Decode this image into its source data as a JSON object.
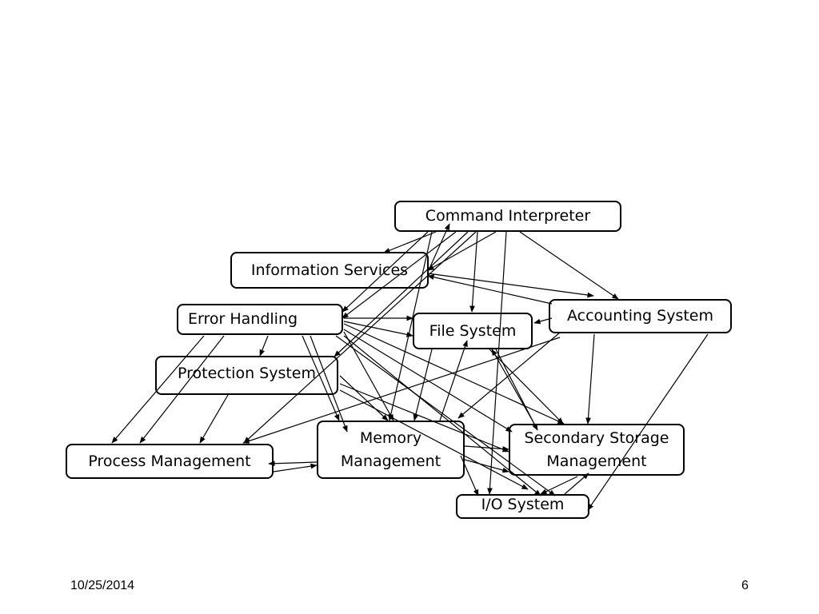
{
  "nodes": {
    "command_interpreter": "Command Interpreter",
    "information_services": "Information Services",
    "error_handling": "Error Handling",
    "accounting_system": "Accounting System",
    "file_system": "File System",
    "protection_system": "Protection System",
    "memory_management": "Memory\nManagement",
    "secondary_storage_management": "Secondary Storage\nManagement",
    "process_management": "Process Management",
    "io_system": "I/O System"
  },
  "footer": {
    "date": "10/25/2014",
    "page_number": "6"
  },
  "colors": {
    "background": "#ffffff",
    "stroke": "#000000"
  }
}
